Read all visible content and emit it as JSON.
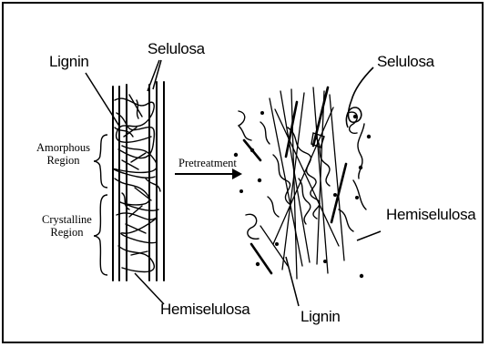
{
  "labels": {
    "lignin_top": "Lignin",
    "selulosa_top": "Selulosa",
    "selulosa_right": "Selulosa",
    "amorphous_line1": "Amorphous",
    "amorphous_line2": "Region",
    "crystalline_line1": "Crystalline",
    "crystalline_line2": "Region",
    "pretreatment": "Pretreatment",
    "hemiselulosa_right": "Hemiselulosa",
    "hemiselulosa_bottom": "Hemiselulosa",
    "lignin_bottom": "Lignin"
  },
  "colors": {
    "line": "#000000",
    "background": "#ffffff"
  }
}
